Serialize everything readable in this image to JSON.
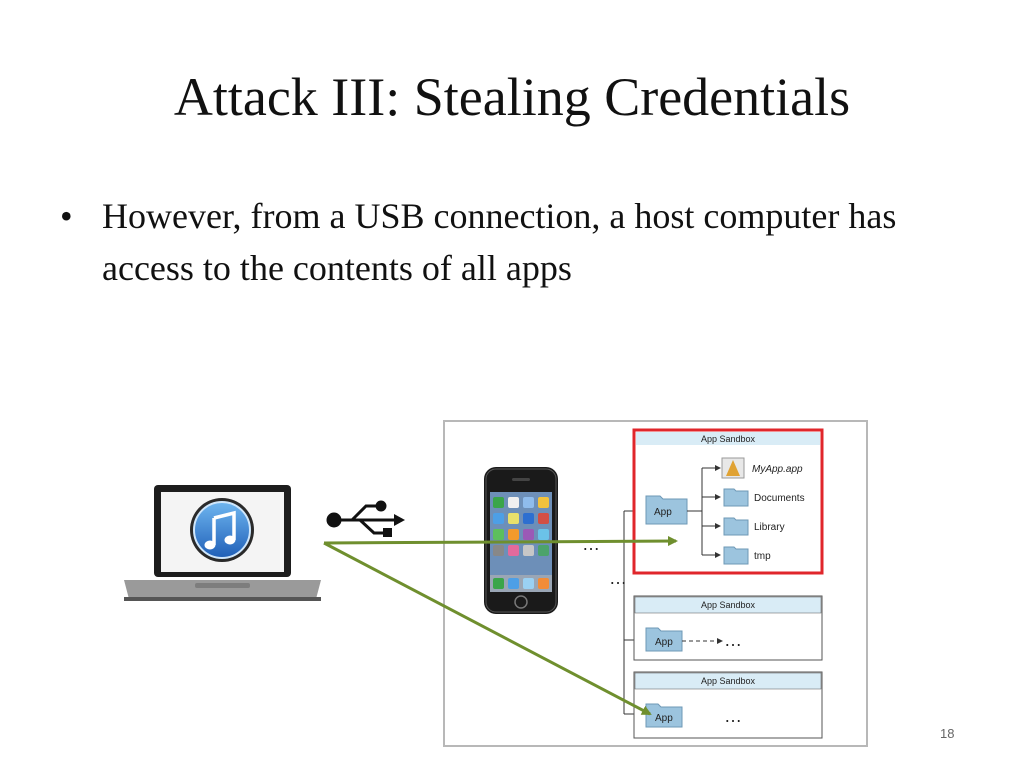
{
  "slide": {
    "title": "Attack III: Stealing Credentials",
    "bullets": [
      {
        "text": "However, from a USB connection, a host computer has access to the contents of all apps"
      }
    ],
    "page_number": "18"
  },
  "diagram": {
    "sandboxes": [
      {
        "title": "App Sandbox",
        "root": "App",
        "children": [
          "MyApp.app",
          "Documents",
          "Library",
          "tmp"
        ],
        "highlighted": true
      },
      {
        "title": "App Sandbox",
        "root": "App",
        "ellipsis": "…"
      },
      {
        "title": "App Sandbox",
        "root": "App",
        "ellipsis": "…"
      }
    ],
    "ellipsis_between": "…",
    "ellipsis_side": "…",
    "colors": {
      "highlight": "#e0262b",
      "arrow": "#6f8f2e",
      "sandbox_header": "#d9ecf6",
      "folder": "#9cc4de"
    },
    "icons": [
      "laptop-icon",
      "itunes-icon",
      "usb-icon",
      "iphone-icon",
      "folder-icon",
      "app-bundle-icon"
    ]
  }
}
